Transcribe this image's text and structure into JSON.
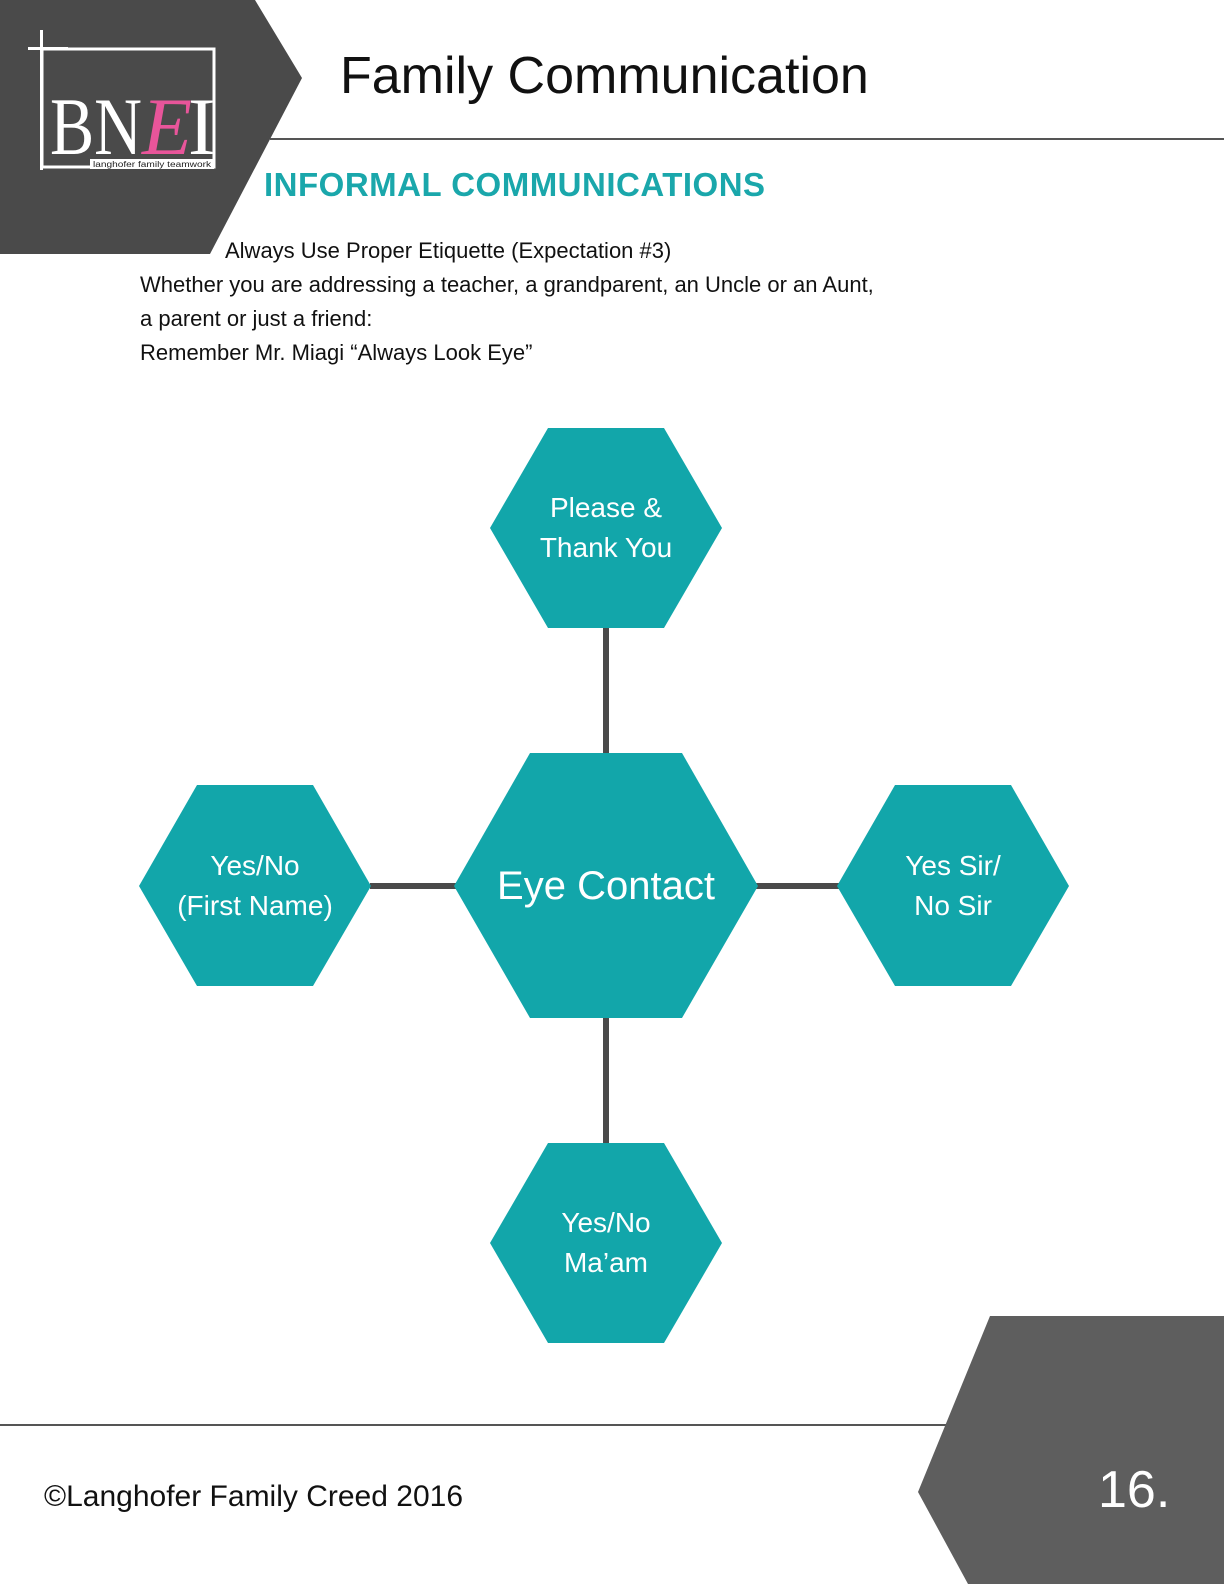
{
  "header": {
    "title": "Family Communication",
    "subheading": "INFORMAL COMMUNICATIONS"
  },
  "logo": {
    "letters_left": "BN",
    "letter_accent": "E",
    "letter_right": "I",
    "tagline": "langhofer family teamwork",
    "accent_color": "#e8559a"
  },
  "intro": {
    "line1": "Always Use Proper Etiquette (Expectation #3)",
    "line2": "Whether you are addressing a teacher, a grandparent, an Uncle or an Aunt,",
    "line3": "a parent or just a friend:",
    "line4": "Remember Mr. Miagi “Always Look Eye”"
  },
  "diagram": {
    "center": "Eye Contact",
    "top": [
      "Please &",
      "Thank You"
    ],
    "left": [
      "Yes/No",
      "(First Name)"
    ],
    "right": [
      "Yes Sir/",
      "No Sir"
    ],
    "bottom": [
      "Yes/No",
      "Ma’am"
    ]
  },
  "footer": {
    "copyright": "©Langhofer Family Creed 2016",
    "page_number": "16."
  },
  "colors": {
    "teal": "#12a6aa",
    "dark_gray": "#4a4a4a",
    "footer_gray": "#5e5e5e",
    "connector": "#4a4a4a"
  }
}
